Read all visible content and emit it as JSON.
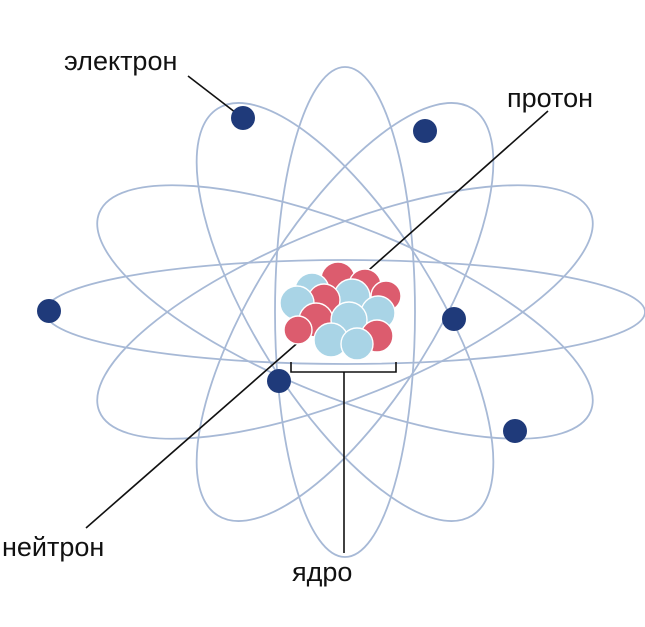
{
  "labels": {
    "electron": "электрон",
    "proton": "протон",
    "neutron": "нейтрон",
    "nucleus": "ядро"
  },
  "colors": {
    "orbit": "#a7b9d6",
    "electron": "#1f3a7a",
    "proton": "#dc5c6e",
    "neutron": "#a9d4e6",
    "line": "#111111"
  }
}
